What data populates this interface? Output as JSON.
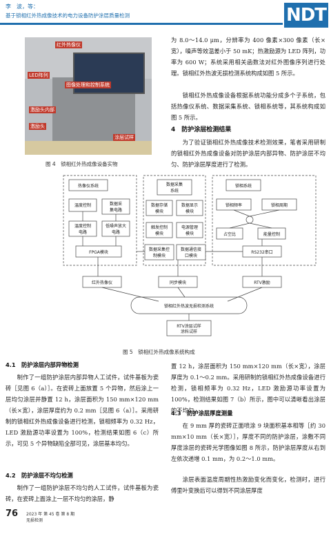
{
  "header": {
    "author": "李　波，等：",
    "running_title": "基于锁相红外热成像技术的电力设备防护涂层质量检测",
    "logo": "NDT"
  },
  "figure4": {
    "caption": "图 4　锁相红外热成像设备实物",
    "labels": [
      "红外热像仪",
      "LED阵列",
      "图像处理和控制系统",
      "激励头内部",
      "激励头",
      "涂层试样"
    ]
  },
  "right_top": {
    "p1": "为 8.0～14.0 μm，分辨率为 400 像素×300 像素（长×宽），噪声等效温差小于 50 mK；热激励源为 LED 阵列，功率为 600 W；系统采用相关函数法对红外图像序列进行处理。锁相红外热波无损检测系统构成如图 5 所示。",
    "p2": "锁相红外热成像设备根据系统功能分成多个子系统，包括热像仪系统、数据采集系统、锁相系统等，其系统构成如图 5 所示。",
    "sec4": "4　防护涂层检测结果",
    "p3": "为了验证锁相红外热成像技术检测效果，笔者采用研制的锁相红外热成像设备对防护涂层内部异物、防护涂层不均匀、防护涂层厚度进行了检测。"
  },
  "figure5": {
    "caption": "图 5　锁相红外热成像系统构成",
    "group_left": {
      "title": "热像仪系统",
      "b1": "温度控制",
      "b2a": "数据采",
      "b2b": "集电路",
      "b3a": "温度控制",
      "b3b": "电路",
      "b4a": "低噪声放大",
      "b4b": "电路",
      "b5": "FPGA模块"
    },
    "group_mid": {
      "t1": "数据采集",
      "t2": "系统",
      "b1a": "数据存储",
      "b1b": "模块",
      "b2a": "数据显示",
      "b2b": "模块",
      "b3a": "触发控制",
      "b3b": "模块",
      "b4a": "电源管理",
      "b4b": "模块",
      "b5a": "数据采集控",
      "b5b": "制模块",
      "b6a": "数据通信接",
      "b6b": "口模块"
    },
    "group_right": {
      "title": "锁相系统",
      "b1": "锁相频率",
      "b2": "锁相周期",
      "b3": "占空比",
      "b4": "能量控制",
      "b5": "RS232串口"
    },
    "bottom": {
      "b1": "红外热像仪",
      "b2": "同步模块",
      "b3": "RTV激励",
      "system": "锁相红外热波无损检测系统",
      "s1": "RTV涂层试样",
      "s2": "涂料试样"
    }
  },
  "sections": {
    "s41_title": "4.1　防护涂层内部异物检测",
    "s41_text": "制作了一组防护涂层内部异物人工试件，试件基板为瓷砖［见图 6（a）］。在瓷砖上面放置 5 个异物，然后涂上一层均匀涂层并静置 12 h，涂层面积为 150 mm×120 mm（长×宽），涂层厚度约为 0.2 mm［见图 6（a）］。采用研制的锁相红外热成像设备进行检测，锁相频率为 0.32 Hz，LED 激励源功率设置为 100%，检测结果如图 6（c）所示，可见 5 个异物缺陷全部可见，涂层基本均匀。",
    "s42_title": "4.2　防护涂层不均匀检测",
    "s42_text": "制作了一组防护涂层不均匀的人工试件，试件基板为瓷砖，在瓷砖上面涂上一层不均匀的涂层，静",
    "s42_cont": "置 12 h，涂层面积为 150 mm×120 mm（长×宽），涂层厚度为 0.1～0.2 mm。采用研制的锁相红外热成像设备进行检测，锁相频率为 0.32 Hz，LED 激励源功率设置为 100%，检测结果如图 7（b）所示，图中可以清晰看出涂层的不均匀。",
    "s43_title": "4.3　防护涂层厚度测量",
    "s43_text": "在 9 mm 厚的瓷砖正面喷涂 9 块面积基本相等［约 30 mm×10 mm（长×宽）］，厚度不同的防护涂层，涂敷不同厚度涂层的瓷砖光学图像如图 8 所示，防护涂层厚度从右到左依次递增 0.1 mm，为 0.2～1.0 mm。",
    "s43_text2": "涂层表面温度周期性热激励变化而变化，检测时，进行傅里叶变换后可以得到不同涂层厚度"
  },
  "footer": {
    "page": "76",
    "line1": "2023 年 第 45 卷 第 8 期",
    "line2": "无损检测"
  }
}
